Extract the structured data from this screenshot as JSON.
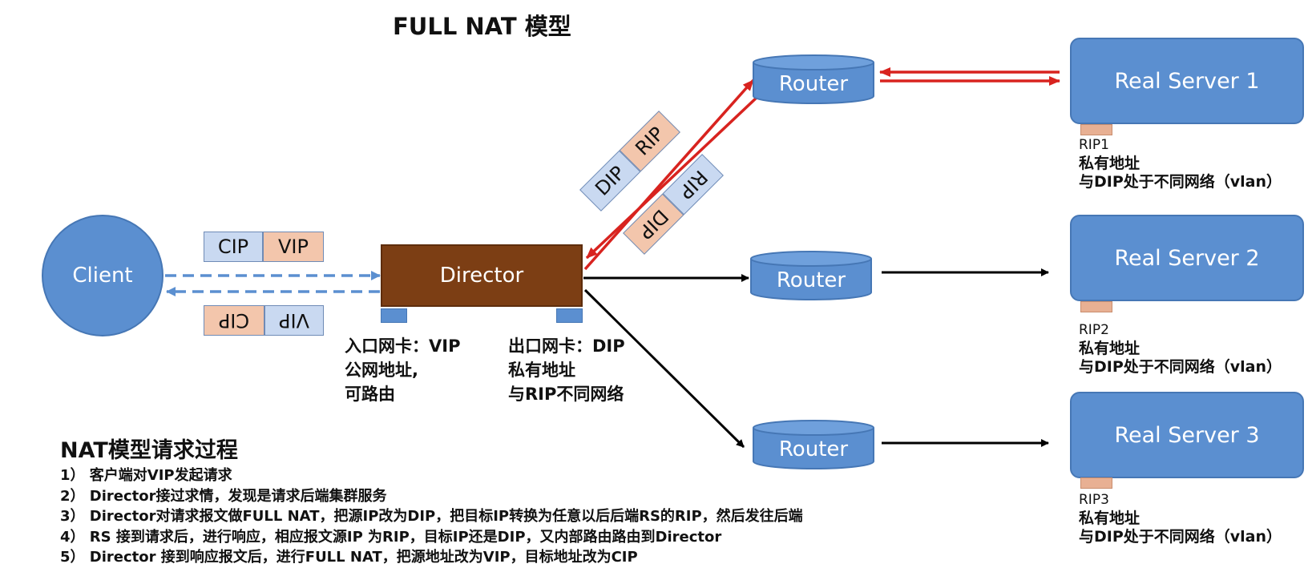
{
  "title": "FULL NAT 模型",
  "client": {
    "label": "Client"
  },
  "director": {
    "label": "Director"
  },
  "routers": [
    {
      "label": "Router"
    },
    {
      "label": "Router"
    },
    {
      "label": "Router"
    }
  ],
  "servers": [
    {
      "label": "Real Server 1",
      "rip": "RIP1",
      "line1": "私有地址",
      "line2": "与DIP处于不同网络（vlan）"
    },
    {
      "label": "Real Server 2",
      "rip": "RIP2",
      "line1": "私有地址",
      "line2": "与DIP处于不同网络（vlan）"
    },
    {
      "label": "Real Server 3",
      "rip": "RIP3",
      "line1": "私有地址",
      "line2": "与DIP处于不同网络（vlan）"
    }
  ],
  "packets": {
    "client_request": [
      "CIP",
      "VIP"
    ],
    "client_response": [
      "CIP",
      "VIP"
    ],
    "director_request": [
      "DIP",
      "RIP"
    ],
    "director_response": [
      "RIP",
      "DIP"
    ]
  },
  "ingress_note": {
    "line1": "入口网卡：VIP",
    "line2": "公网地址,",
    "line3": "可路由"
  },
  "egress_note": {
    "line1": "出口网卡：DIP",
    "line2": "私有地址",
    "line3": "与RIP不同网络"
  },
  "steps_title": "NAT模型请求过程",
  "steps": [
    "1） 客户端对VIP发起请求",
    "2） Director接过求情，发现是请求后端集群服务",
    "3） Director对请求报文做FULL NAT，把源IP改为DIP，把目标IP转换为任意以后后端RS的RIP，然后发往后端",
    "4） RS 接到请求后，进行响应，相应报文源IP 为RIP，目标IP还是DIP，又内部路由路由到Director",
    "5） Director 接到响应报文后，进行FULL NAT，把源地址改为VIP，目标地址改为CIP"
  ],
  "colors": {
    "node_blue": "#5b8fd0",
    "director_brown": "#7c3e14",
    "arrow_red": "#d8231f",
    "arrow_dashed": "#5b8fd0",
    "pkt_blue": "#c9d9f1",
    "pkt_peach": "#f3c6ac"
  }
}
